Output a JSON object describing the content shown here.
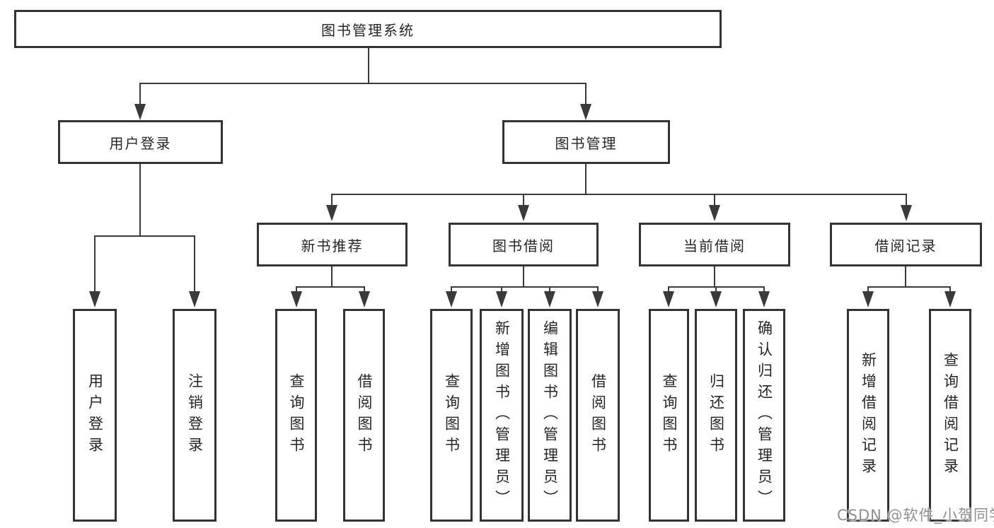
{
  "diagram": {
    "root": "图书管理系统",
    "level2": {
      "user_login": "用户登录",
      "book_mgmt": "图书管理"
    },
    "level3": {
      "new_books": "新书推荐",
      "borrowing": "图书借阅",
      "current": "当前借阅",
      "records": "借阅记录"
    },
    "leaves": {
      "user_login_1": "用户登录",
      "user_login_2": "注销登录",
      "new_books_1": "查询图书",
      "new_books_2": "借阅图书",
      "borrowing_1": "查询图书",
      "borrowing_2": "新增图书（管理员）",
      "borrowing_3": "编辑图书（管理员）",
      "borrowing_4": "借阅图书",
      "current_1": "查询图书",
      "current_2": "归还图书",
      "current_3": "确认归还（管理员）",
      "records_1": "新增借阅记录",
      "records_2": "查询借阅记录"
    }
  },
  "watermark": "CSDN @软件_小贺同学",
  "colors": {
    "line": "#3a3a3a",
    "box_border": "#333333",
    "text": "#262626",
    "watermark": "#8f8f8f",
    "background": "#ffffff"
  }
}
